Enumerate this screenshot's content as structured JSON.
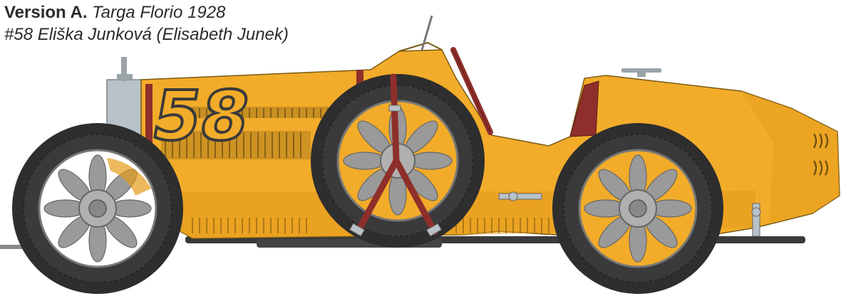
{
  "caption": {
    "version_label": "Version A.",
    "event": "Targa Florio 1928",
    "driver": "#58 Eliška Junková (Elisabeth Junek)"
  },
  "car": {
    "race_number": "58",
    "body_color": "#F2AC2A",
    "shade_color": "#D98F14",
    "strap_color": "#8E2F2B",
    "tyre_color": "#2E2E2E",
    "wheel_color": "#9A9A9A"
  }
}
